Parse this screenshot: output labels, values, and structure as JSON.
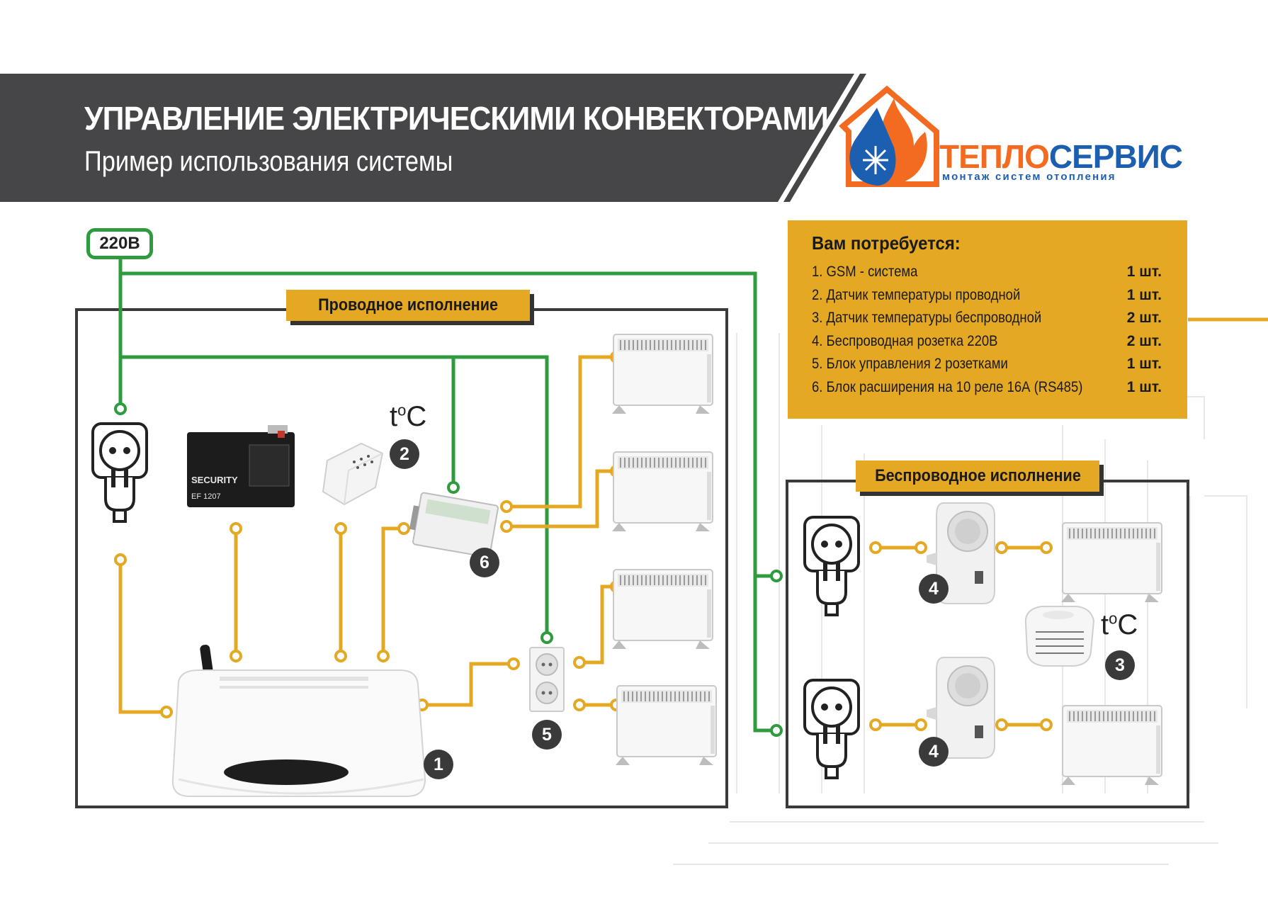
{
  "header": {
    "title": "УПРАВЛЕНИЕ ЭЛЕКТРИЧЕСКИМИ КОНВЕКТОРАМИ",
    "subtitle": "Пример использования системы"
  },
  "logo": {
    "name_part1": "ТЕПЛО",
    "name_part2": "СЕРВИС",
    "tagline": "монтаж систем отопления"
  },
  "power": {
    "label": "220В"
  },
  "wired_section": {
    "label": "Проводное исполнение"
  },
  "wireless_section": {
    "label": "Беспроводное исполнение"
  },
  "requirements": {
    "title": "Вам потребуется:",
    "items": [
      {
        "name": "1. GSM - система",
        "qty": "1 шт."
      },
      {
        "name": "2. Датчик температуры проводной",
        "qty": "1 шт."
      },
      {
        "name": "3. Датчик температуры беспроводной",
        "qty": "2 шт."
      },
      {
        "name": "4. Беспроводная розетка 220В",
        "qty": "2 шт."
      },
      {
        "name": "5. Блок управления 2 розетками",
        "qty": "1 шт."
      },
      {
        "name": "6. Блок расширения на 10 реле 16А (RS485)",
        "qty": "1 шт."
      }
    ]
  },
  "devices": {
    "gsm_number": "1",
    "sensor_wired_number": "2",
    "sensor_wireless_number": "3",
    "wireless_socket_number": "4",
    "socket_block_number": "5",
    "relay_block_number": "6",
    "temp_symbol": "t",
    "temp_unit_sup": "o",
    "temp_unit": "C",
    "battery_brand": "SECURITY",
    "battery_model": "EF 1207"
  },
  "colors": {
    "banner": "#464649",
    "accent": "#e5a823",
    "power_line": "#2e9b3e",
    "signal_line": "#e5a823",
    "logo_orange": "#f26b21",
    "logo_blue": "#1c5fb0"
  }
}
